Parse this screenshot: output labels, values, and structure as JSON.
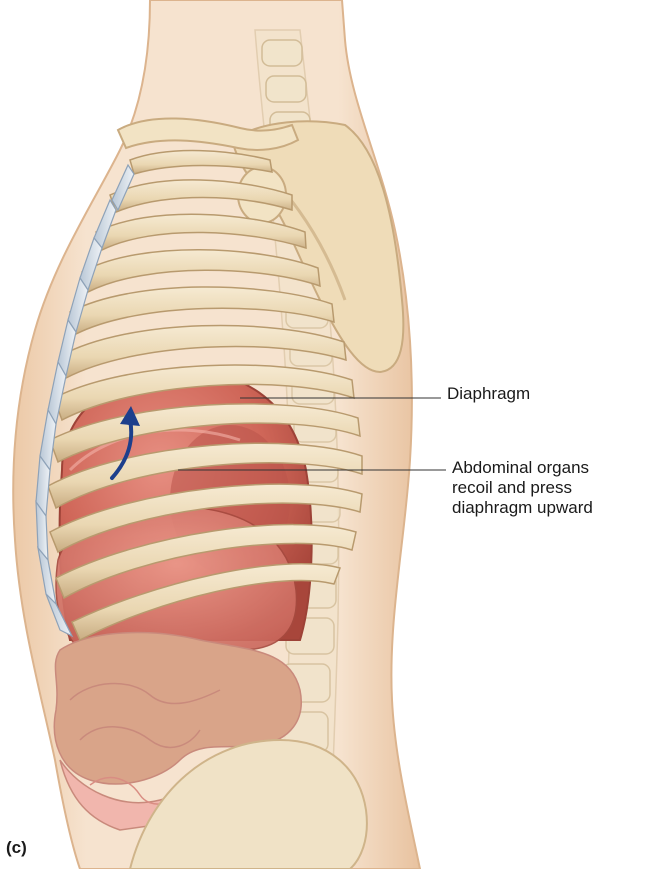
{
  "labels": {
    "diaphragm": "Diaphragm",
    "abdominal_line1": "Abdominal organs",
    "abdominal_line2": "recoil and press",
    "abdominal_line3": "diaphragm upward"
  },
  "panel_letter": "(c)",
  "colors": {
    "skin": "#f3dcc3",
    "bone": "#efdfbf",
    "bone_shadow": "#d6bd93",
    "diaphragm": "#c65a4c",
    "diaphragm_light": "#e2857a",
    "intestine": "#e8a99a",
    "arrow": "#1d3f8c",
    "leader_line": "#333333"
  },
  "icons": {
    "motion_arrow": "arrow-up-curved-icon"
  }
}
